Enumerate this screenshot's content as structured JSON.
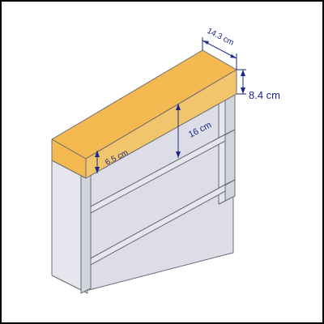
{
  "diagram": {
    "colors": {
      "frame": "#000000",
      "top_face": "#f5b951",
      "top_side": "#f0c56c",
      "shelf_face": "#e6e7ee",
      "shelf_side": "#d2d4de",
      "shelf_inner": "#dcdde6",
      "outline": "#6b6b72",
      "dimension": "#1a2a8c"
    },
    "dimensions": {
      "depth": "14.3 cm",
      "height": "8.4 cm",
      "shelf_gap": "16 cm",
      "lip": "6.5 cm"
    }
  }
}
